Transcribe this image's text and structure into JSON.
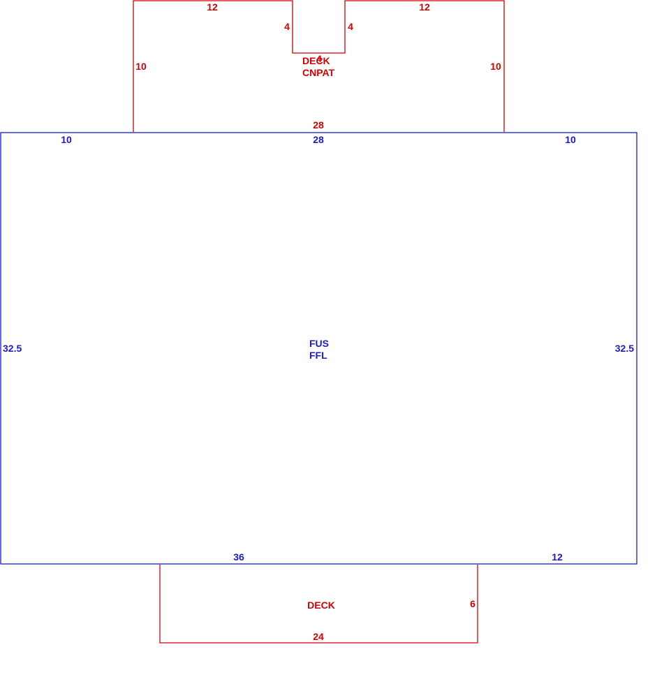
{
  "colors": {
    "deck": "#d40000",
    "main": "#1a1acc",
    "background": "#ffffff"
  },
  "top_section": {
    "name_line1": "DECK",
    "name_line2": "CNPAT",
    "dim_top_left": "12",
    "dim_top_right": "12",
    "dim_notch_left": "4",
    "dim_notch_right": "4",
    "dim_notch_bottom": "4",
    "dim_left": "10",
    "dim_right": "10",
    "dim_bottom": "28"
  },
  "main_section": {
    "name_line1": "FUS",
    "name_line2": "FFL",
    "dim_top_left": "10",
    "dim_top_center": "28",
    "dim_top_right": "10",
    "dim_left": "32.5",
    "dim_right": "32.5",
    "dim_bottom_left": "36",
    "dim_bottom_right": "12"
  },
  "bottom_section": {
    "name": "DECK",
    "dim_right": "6",
    "dim_bottom": "24"
  }
}
